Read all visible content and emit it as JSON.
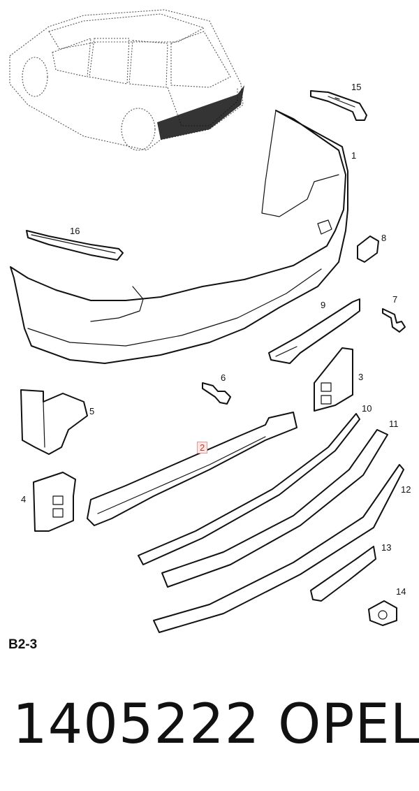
{
  "diagram": {
    "ref_code": "B2-3",
    "part_number": "1405222",
    "brand": "OPEL",
    "colors": {
      "line": "#111111",
      "highlight_text": "#c0392b",
      "highlight_bg": "#fde8e6"
    },
    "callouts": [
      {
        "id": "15",
        "label": "15",
        "highlighted": false
      },
      {
        "id": "1",
        "label": "1",
        "highlighted": false
      },
      {
        "id": "16",
        "label": "16",
        "highlighted": false
      },
      {
        "id": "8",
        "label": "8",
        "highlighted": false
      },
      {
        "id": "9",
        "label": "9",
        "highlighted": false
      },
      {
        "id": "7",
        "label": "7",
        "highlighted": false
      },
      {
        "id": "6",
        "label": "6",
        "highlighted": false
      },
      {
        "id": "3",
        "label": "3",
        "highlighted": false
      },
      {
        "id": "5",
        "label": "5",
        "highlighted": false
      },
      {
        "id": "10",
        "label": "10",
        "highlighted": false
      },
      {
        "id": "2",
        "label": "2",
        "highlighted": true
      },
      {
        "id": "11",
        "label": "11",
        "highlighted": false
      },
      {
        "id": "4",
        "label": "4",
        "highlighted": false
      },
      {
        "id": "12",
        "label": "12",
        "highlighted": false
      },
      {
        "id": "13",
        "label": "13",
        "highlighted": false
      },
      {
        "id": "14",
        "label": "14",
        "highlighted": false
      }
    ]
  }
}
